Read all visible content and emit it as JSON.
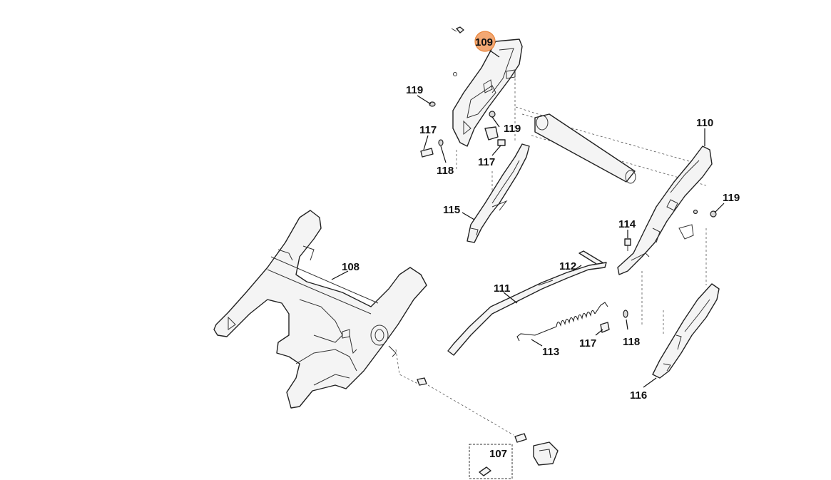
{
  "labels": {
    "p107": "107",
    "p108": "108",
    "p109": "109",
    "p110": "110",
    "p111": "111",
    "p112": "112",
    "p113": "113",
    "p114": "114",
    "p115": "115",
    "p116": "116",
    "p117a": "117",
    "p117b": "117",
    "p117c": "117",
    "p118a": "118",
    "p118b": "118",
    "p119a": "119",
    "p119b": "119",
    "p119c": "119"
  },
  "colors": {
    "highlight": "#f3a873",
    "highlight_stroke": "#e8853c",
    "line": "#222222",
    "part_fill": "#f4f4f4"
  }
}
